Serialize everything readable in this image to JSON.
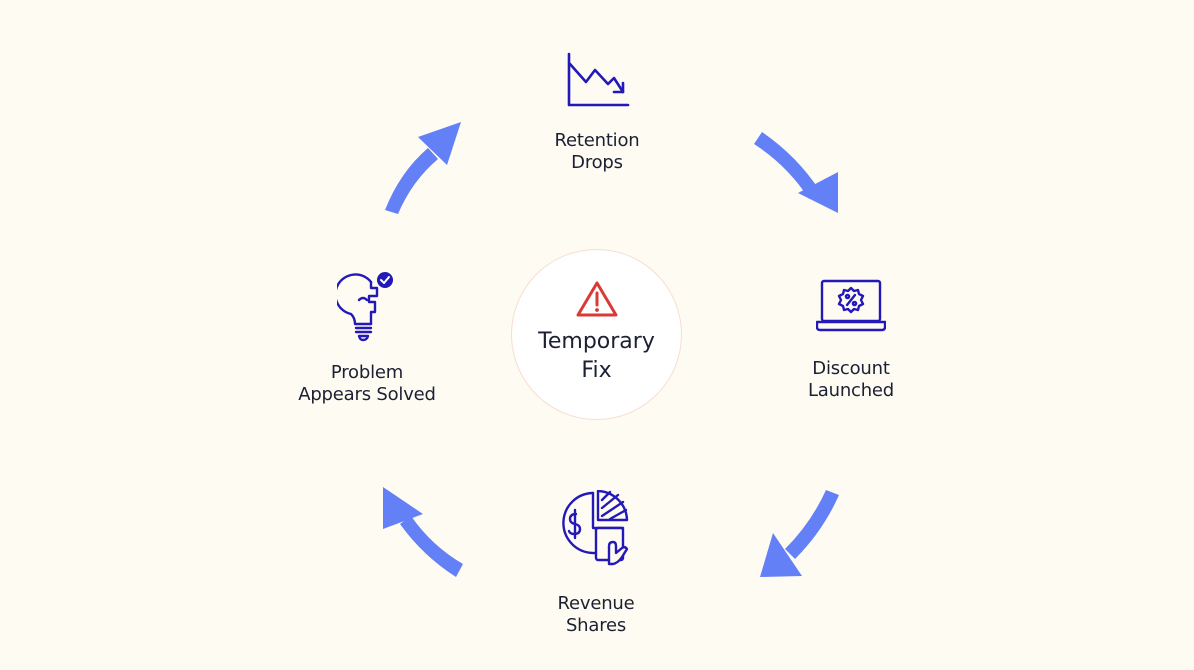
{
  "colors": {
    "background": "#fefbf2",
    "arrow": "#6480f6",
    "icon_stroke": "#2319b8",
    "warning": "#d93a36",
    "text": "#1c2033"
  },
  "center": {
    "icon": "warning-triangle-icon",
    "line1": "Temporary",
    "line2": "Fix"
  },
  "steps": [
    {
      "icon": "declining-chart-icon",
      "line1": "Retention",
      "line2": "Drops"
    },
    {
      "icon": "laptop-discount-icon",
      "line1": "Discount",
      "line2": "Launched"
    },
    {
      "icon": "revenue-pie-chart-icon",
      "line1": "Revenue",
      "line2": "Shares"
    },
    {
      "icon": "lightbulb-check-icon",
      "line1": "Problem",
      "line2": "Appears Solved"
    }
  ]
}
